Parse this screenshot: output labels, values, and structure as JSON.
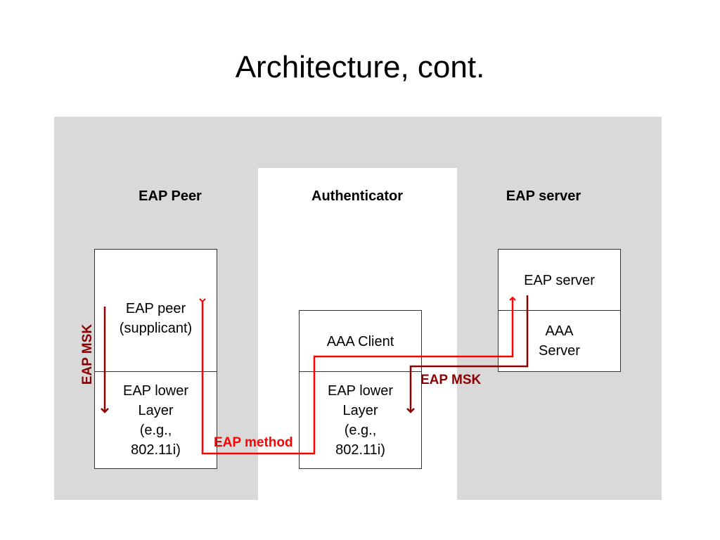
{
  "slide": {
    "title": "Architecture, cont."
  },
  "columns": {
    "peer": "EAP Peer",
    "authenticator": "Authenticator",
    "server": "EAP server"
  },
  "peer_box": {
    "top": [
      "EAP peer",
      "(supplicant)"
    ],
    "bottom": [
      "EAP lower",
      "Layer",
      "(e.g.,",
      "802.11i)"
    ]
  },
  "auth_box": {
    "top": "AAA Client",
    "bottom": [
      "EAP lower",
      "Layer",
      "(e.g.,",
      "802.11i)"
    ]
  },
  "server_box": {
    "top": "EAP server",
    "bottom": [
      "AAA",
      "Server"
    ]
  },
  "labels": {
    "eap_msk_left": "EAP MSK",
    "eap_msk_right": "EAP MSK",
    "eap_method": "EAP method"
  },
  "colors": {
    "background_grey": "#d9d9d9",
    "eap_method_red": "#ff0000",
    "eap_msk_dark_red": "#8b0000"
  }
}
